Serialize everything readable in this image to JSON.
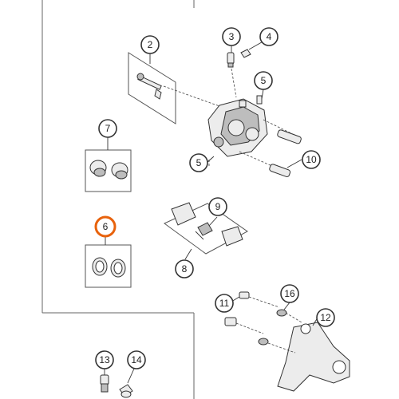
{
  "callouts": [
    {
      "label": "2"
    },
    {
      "label": "3"
    },
    {
      "label": "4"
    },
    {
      "label": "5"
    },
    {
      "label": "7"
    },
    {
      "label": "5"
    },
    {
      "label": "10"
    },
    {
      "label": "6"
    },
    {
      "label": "9"
    },
    {
      "label": "8"
    },
    {
      "label": "11"
    },
    {
      "label": "16"
    },
    {
      "label": "12"
    },
    {
      "label": "13"
    },
    {
      "label": "14"
    }
  ],
  "highlight_color": "#e8620c"
}
